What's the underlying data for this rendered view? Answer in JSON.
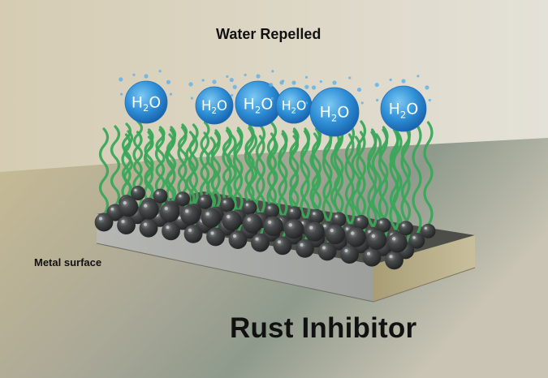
{
  "labels": {
    "top": "Water Repelled",
    "metal": "Metal surface",
    "bottom": "Rust Inhibitor"
  },
  "molecule": {
    "formula_main": "H",
    "formula_sub": "2",
    "formula_tail": "O"
  },
  "colors": {
    "water": "#2f8fd6",
    "chain": "#3aa65a",
    "head": "#3f4245",
    "metal_front": "#a7a9a6",
    "metal_side": "#b4aa85",
    "metal_top": "#505149",
    "background_wall": "#d8d0bd",
    "background_floor": "#bfb7a0"
  },
  "icons": {
    "water_droplet": "water-molecule-icon",
    "chain": "hydrocarbon-chain-icon",
    "head": "polar-head-icon"
  }
}
